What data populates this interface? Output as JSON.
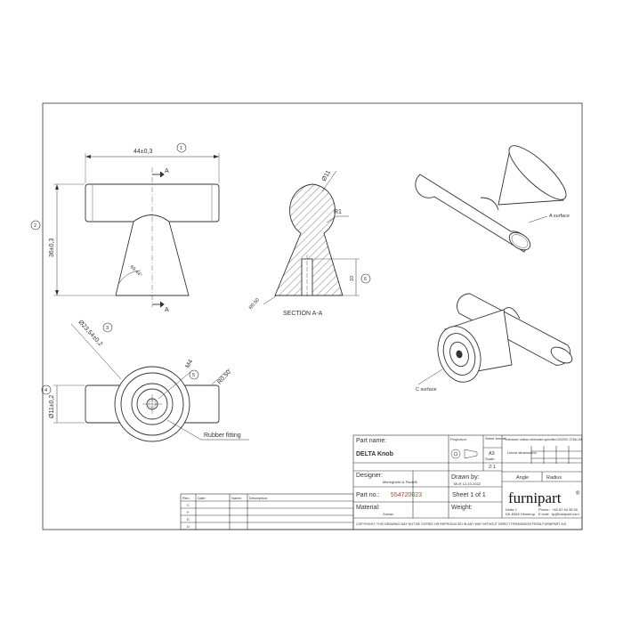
{
  "views": {
    "front": {
      "dim_width": "44±0,3",
      "dim_width_ref": "1",
      "dim_height": "36±0,3",
      "dim_height_ref": "2",
      "angle": "69.44°",
      "section_mark": "A"
    },
    "section": {
      "title": "SECTION A-A",
      "dim_diameter": "Ø11",
      "dim_radius": "R1",
      "dim_depth": "10",
      "dim_depth_ref": "6",
      "dim_base_radius": "R0,50"
    },
    "bottom": {
      "dim_base_dia": "Ø23,54±0,2",
      "dim_base_dia_ref": "3",
      "dim_thread": "M4",
      "dim_thread_ref": "5",
      "dim_bar_dia": "Ø11±0,2",
      "dim_bar_dia_ref": "4",
      "dim_radius": "R0,50",
      "rubber_label": "Rubber fitting"
    },
    "iso": {
      "a_surface": "A surface",
      "c_surface": "C surface"
    }
  },
  "title_block": {
    "part_name_label": "Part name:",
    "part_name": "DELTA Knob",
    "projection_label": "Projection:",
    "sheet_format_label": "Sheet format:",
    "sheet_format": "A3",
    "scale_label": "Scale:",
    "scale": "2:1",
    "designer_label": "Designer:",
    "designer": "Meneghello & Paolelli",
    "drawn_by_label": "Drawn by:",
    "drawn_by": "MLR 12-10-2022",
    "part_no_label": "Part no.:",
    "part_no": "554720023",
    "sheet_label": "Sheet 1 of 1",
    "material_label": "Material:",
    "material": "Zamac",
    "weight_label": "Weight:",
    "tolerance_note": "Tolerance unless otherwise specified DS/ISO 2768-1M",
    "linear_label": "Linear dimensions:",
    "angle_label": "Angle",
    "radius_label": "Radius",
    "brand": "furnipart",
    "brand_mark": "®",
    "address_line1": "Delta 2",
    "address_line2": "DK-8382 Hinnerup",
    "phone_label": "Phone:",
    "phone": "+45 87 64 35 00",
    "email_label": "E-mail:",
    "email": "fp@furnipart.com",
    "copyright": "COPYRIGHT: THIS DRAWING MAY NOT BE COPIED OR REPRODUCED IN ANY WAY WITHOUT DIRECT PERMISSION FROM FURNIPART A/S"
  },
  "revision_table": {
    "headers": [
      "Rev.:",
      "Date:",
      "Name:",
      "Description:"
    ],
    "rows": [
      "C",
      "F",
      "E",
      "D"
    ]
  },
  "colors": {
    "line": "#333333",
    "accent": "#c0392b",
    "hatch": "#555555"
  }
}
